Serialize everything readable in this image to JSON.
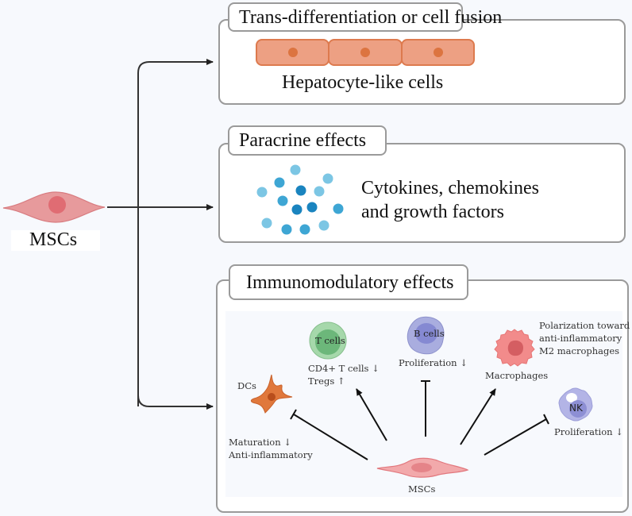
{
  "source": {
    "label": "MSCs",
    "icon": "msc-cell-icon"
  },
  "mechanisms": [
    {
      "title": "Trans-differentiation or cell fusion",
      "caption": "Hepatocyte-like cells",
      "icon": "hepatocyte-cells-icon"
    },
    {
      "title": "Paracrine effects",
      "caption_lines": [
        "Cytokines, chemokines",
        "and growth factors"
      ],
      "icon": "cytokine-particles-icon"
    },
    {
      "title": "Immunomodulatory effects",
      "center_label": "MSCs",
      "targets": [
        {
          "name": "DCs",
          "effect_lines": [
            "Maturation ↓",
            "Anti-inflammatory"
          ],
          "relation": "inhibit"
        },
        {
          "name": "T cells",
          "effect_lines": [
            "CD4+ T cells ↓",
            "Tregs ↑"
          ],
          "relation": "promote"
        },
        {
          "name": "B cells",
          "effect_lines": [
            "Proliferation ↓"
          ],
          "relation": "inhibit"
        },
        {
          "name": "Macrophages",
          "effect_lines": [
            "Polarization toward",
            "anti-inflammatory",
            "M2 macrophages"
          ],
          "relation": "promote"
        },
        {
          "name": "NK",
          "effect_lines": [
            "Proliferation ↓"
          ],
          "relation": "inhibit"
        }
      ]
    }
  ],
  "colors": {
    "msc_fill": "#e79a9c",
    "msc_nucleus": "#e06c73",
    "hepatocyte_fill": "#eda083",
    "hepatocyte_border": "#dd7a4e",
    "hepatocyte_nucleus": "#dc7440",
    "cytokine_light": "#7cc6e4",
    "cytokine_mid": "#3ea6d4",
    "cytokine_dark": "#1a84bf",
    "t_cell": "#a6d8ab",
    "b_cell": "#a9addf",
    "macrophage": "#f28b8b",
    "dc": "#e0783c",
    "nk": "#b3b4e6",
    "panel_border": "#9a9a9a"
  }
}
